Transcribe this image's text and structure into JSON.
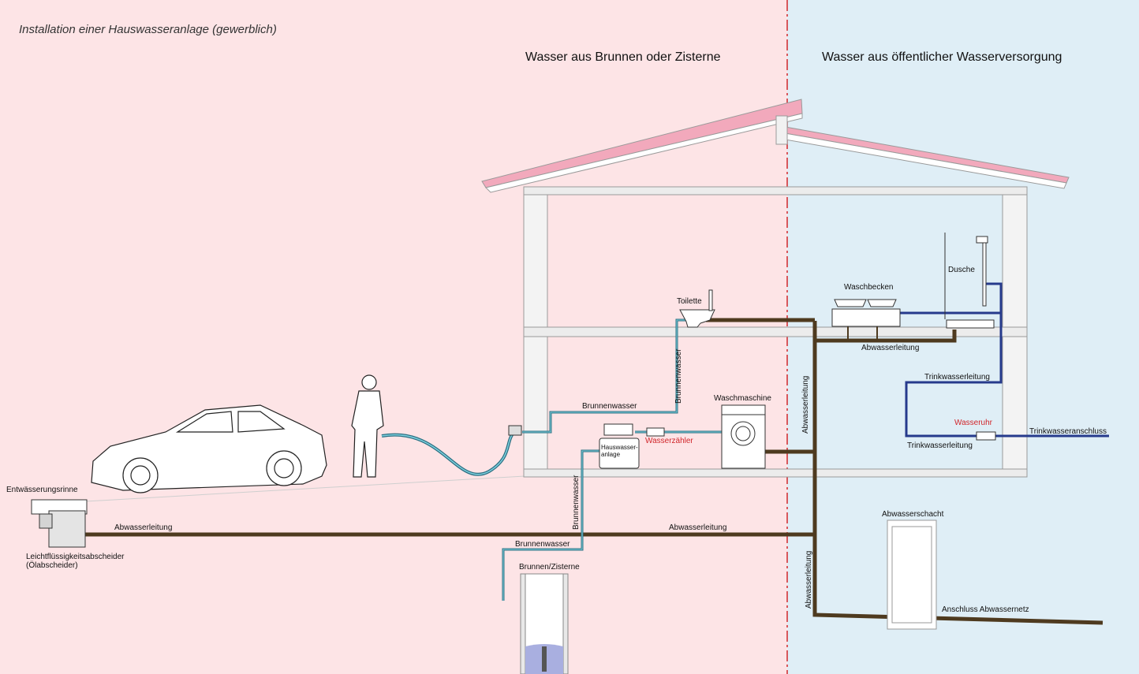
{
  "title": "Installation einer Hauswasseranlage (gewerblich)",
  "zones": {
    "left": "Wasser aus Brunnen oder Zisterne",
    "right": "Wasser aus öffentlicher Wasserversorgung"
  },
  "labels": {
    "entwaesserungsrinne": "Entwässerungsrinne",
    "leichtfluessig_1": "Leichtflüssigkeitsabscheider",
    "leichtfluessig_2": "(Ölabscheider)",
    "abwasserleitung_left": "Abwasserleitung",
    "abwasserleitung_mid": "Abwasserleitung",
    "abwasserleitung_upper": "Abwasserleitung",
    "abwasserleitung_vert_upper": "Abwasserleitung",
    "abwasserleitung_vert_lower": "Abwasserleitung",
    "brunnenwasser_ground": "Brunnenwasser",
    "brunnenwasser_house": "Brunnenwasser",
    "brunnenwasser_vertical": "Brunnenwasser",
    "brunnenwasser_wc": "Brunnenwasser",
    "brunnen_zisterne": "Brunnen/Zisterne",
    "hauswasseranlage_1": "Hauswasser-",
    "hauswasseranlage_2": "anlage",
    "wasserzaehler": "Wasserzähler",
    "waschmaschine": "Waschmaschine",
    "toilette": "Toilette",
    "waschbecken": "Waschbecken",
    "dusche": "Dusche",
    "trinkwasserleitung_upper": "Trinkwasserleitung",
    "trinkwasserleitung_lower": "Trinkwasserleitung",
    "wasseruhr": "Wasseruhr",
    "trinkwasseranschluss": "Trinkwasseranschluss",
    "abwasserschacht": "Abwasserschacht",
    "anschluss_abwassernetz": "Anschluss Abwassernetz"
  },
  "colors": {
    "left_zone": "#fde4e6",
    "right_zone": "#dfeef6",
    "divider": "#d1262b",
    "waste_pipe": "#4e3a1f",
    "well_pipe": "#3e96a8",
    "drink_pipe": "#263a8c",
    "roof": "#f2a9bc",
    "well_water": "#a9afe0",
    "accent_red": "#d1262b"
  },
  "icons": {
    "car": "car-icon",
    "person": "person-with-hose-icon",
    "washer": "washing-machine-icon",
    "toilet": "toilet-icon",
    "shower": "shower-icon",
    "sink": "sink-icon",
    "pump": "pump-icon",
    "meter": "water-meter-icon"
  }
}
